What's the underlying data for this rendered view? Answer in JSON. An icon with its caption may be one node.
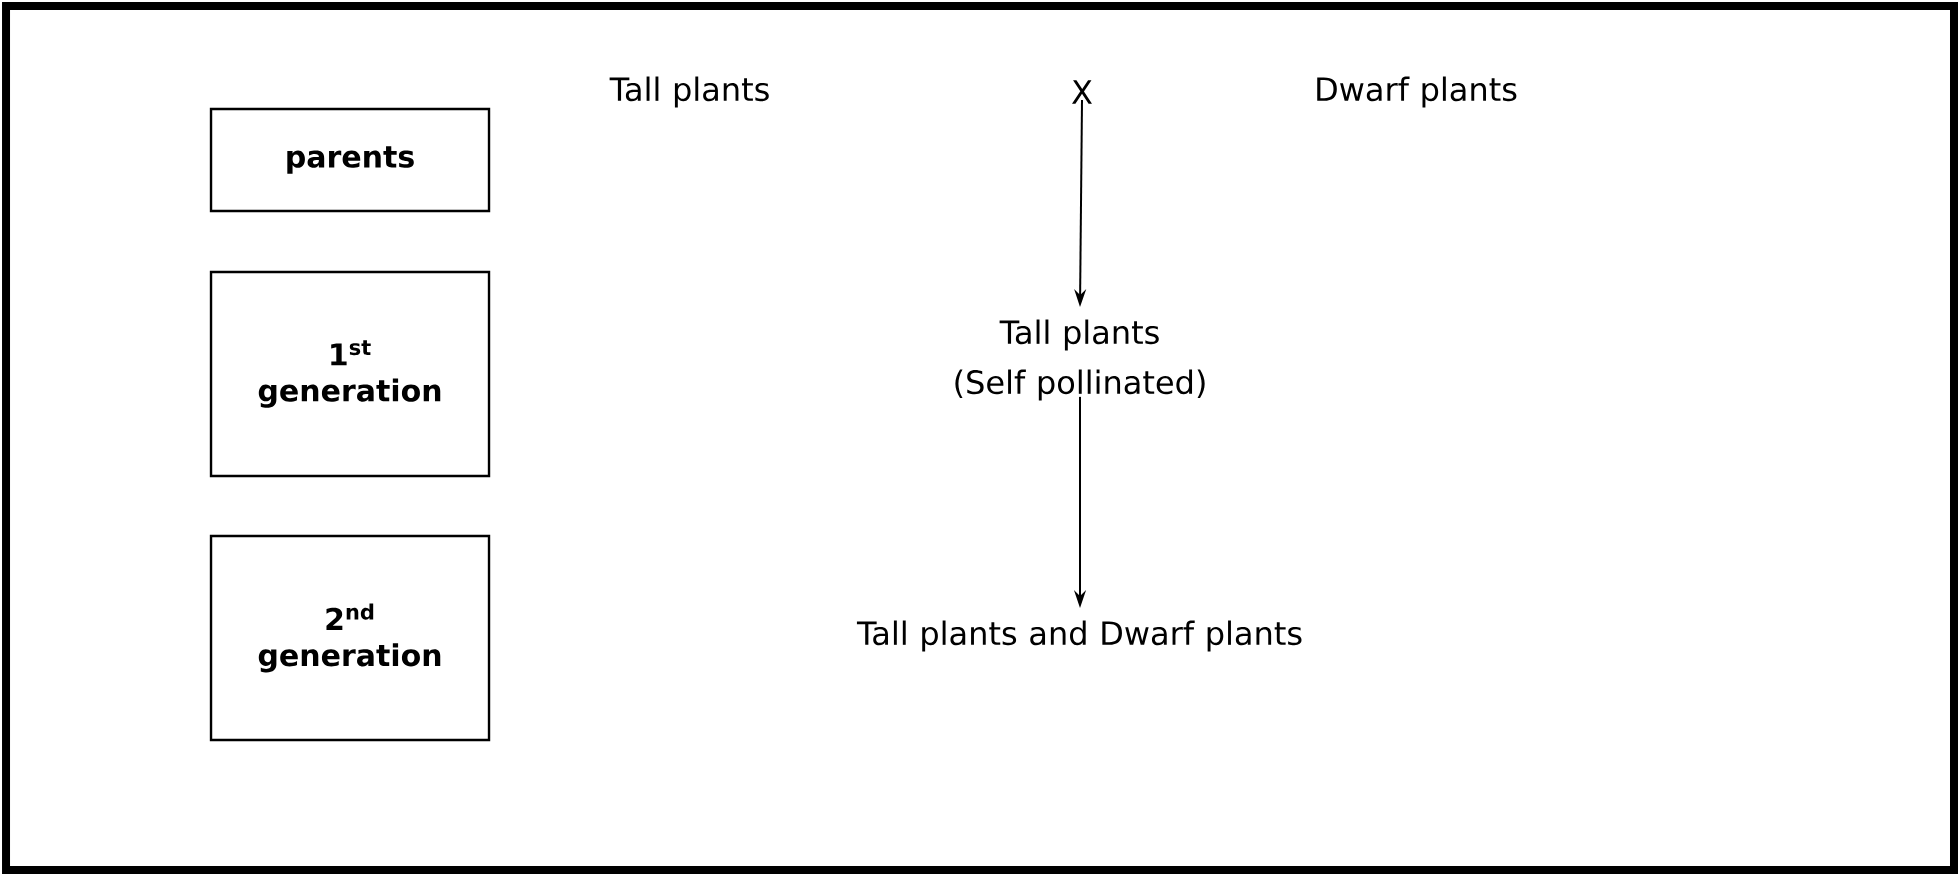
{
  "diagram": {
    "nodes": [
      {
        "text": [
          "parents"
        ]
      },
      {
        "text": [
          "Tall plants"
        ]
      },
      {
        "text": [
          "X"
        ]
      },
      {
        "text": [
          "Dwarf plants"
        ]
      },
      {
        "text": [
          "1$^{st}$ generation"
        ]
      },
      {
        "text": [
          "Tall plants",
          "(Self pollinated)"
        ]
      },
      {
        "text": [
          "2$^{nd}$ generation"
        ]
      },
      {
        "text": [
          "Tall plants and Dwarf plants"
        ]
      }
    ],
    "edges": [
      {
        "from": 2,
        "to": 5,
        "arrow": "to"
      },
      {
        "from": 5,
        "to": 7,
        "arrow": "to"
      }
    ]
  }
}
